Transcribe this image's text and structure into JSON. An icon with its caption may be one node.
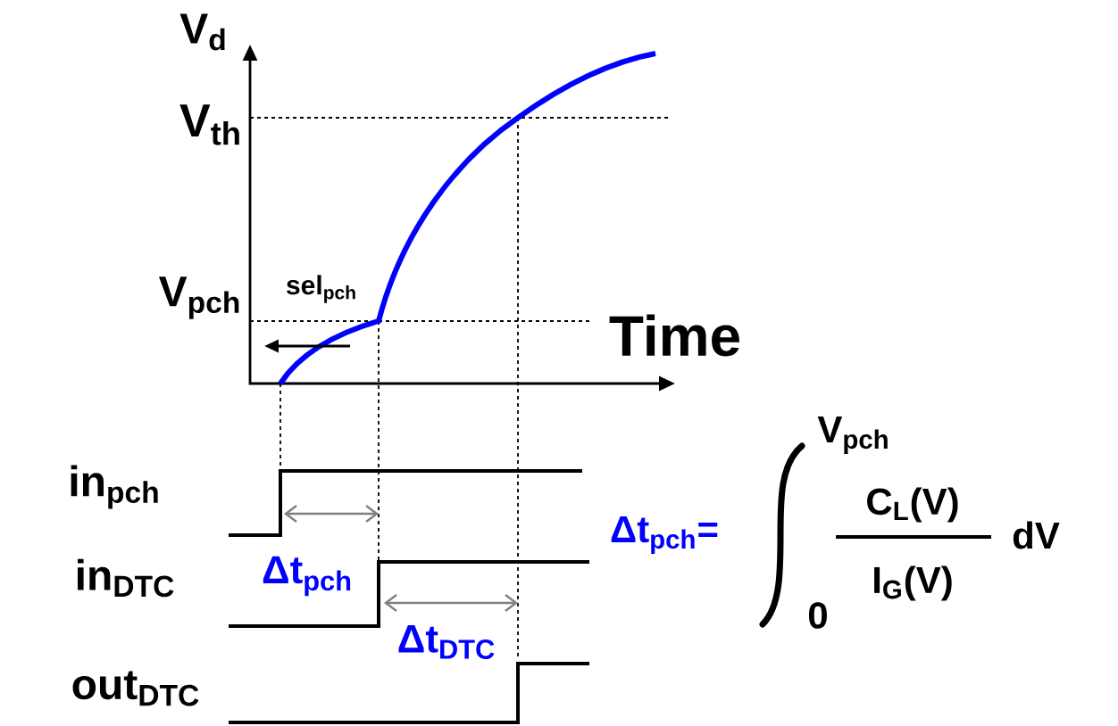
{
  "diagram": {
    "labels": [
      "V$_{d}$",
      "V$_{th}$",
      "sel$_{pch}$",
      "V$_{pch}$",
      "Time",
      "in$_{pch}$",
      "in$_{DTC}$",
      "Δt$_{pch}$",
      "Δt$_{DTC}$",
      "out$_{DTC}$",
      "Δt$_{pch}$=",
      "V$_{pch}$",
      "C$_{L}$(V)",
      "dV",
      "0",
      "I$_{G}$(V)"
    ]
  }
}
